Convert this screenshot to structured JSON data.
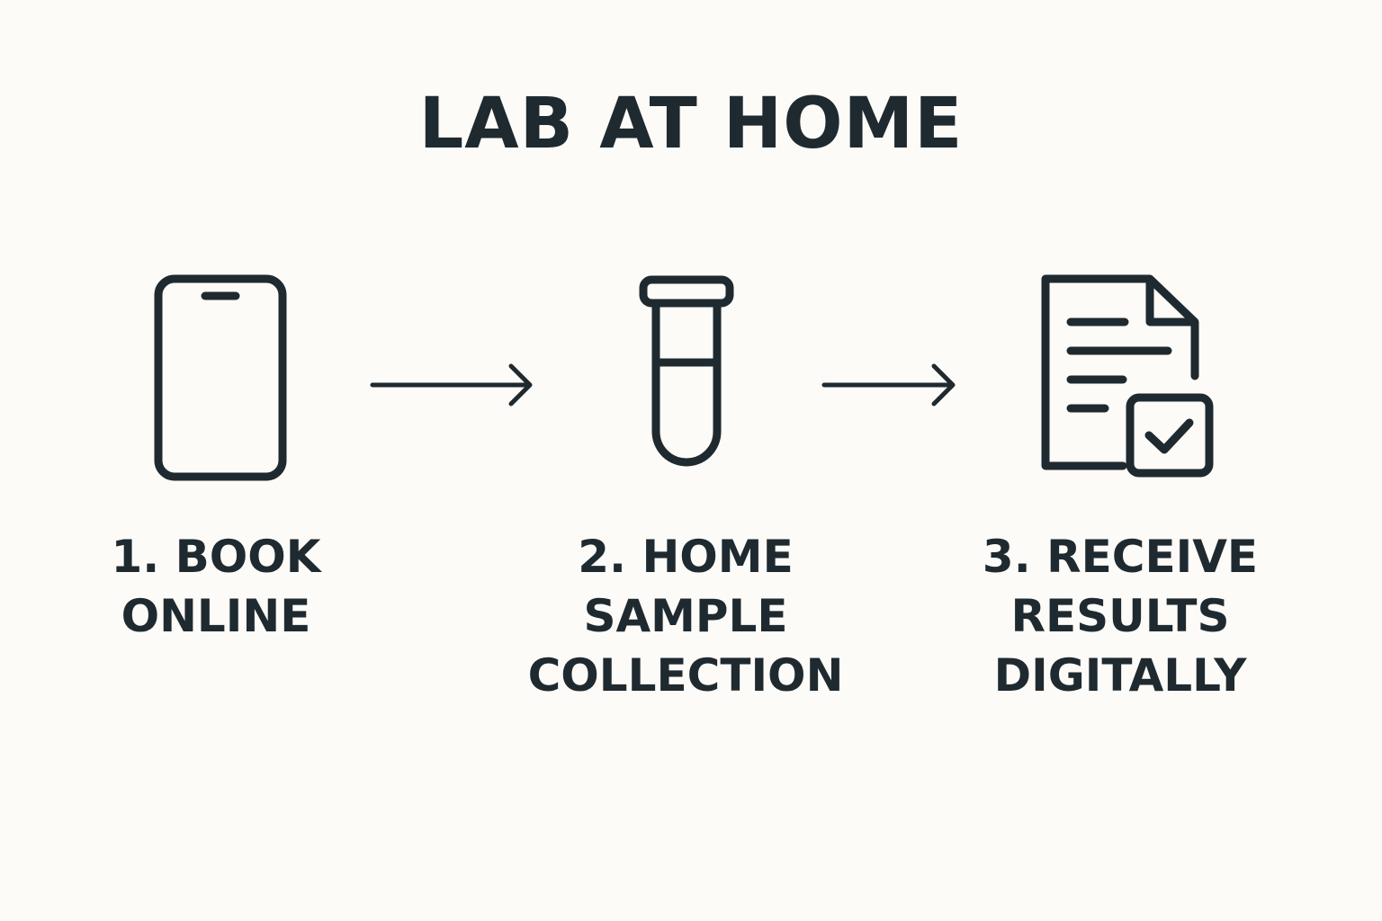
{
  "title": "LAB AT HOME",
  "colors": {
    "background": "#fcfbf7",
    "ink": "#1f2a30"
  },
  "steps": [
    {
      "icon": "smartphone-icon",
      "label_lines": [
        "1. BOOK",
        "ONLINE"
      ]
    },
    {
      "icon": "test-tube-icon",
      "label_lines": [
        "2. HOME",
        "SAMPLE",
        "COLLECTION"
      ]
    },
    {
      "icon": "document-check-icon",
      "label_lines": [
        "3. RECEIVE",
        "RESULTS",
        "DIGITALLY"
      ]
    }
  ],
  "connectors": [
    "arrow-right-icon",
    "arrow-right-icon"
  ]
}
